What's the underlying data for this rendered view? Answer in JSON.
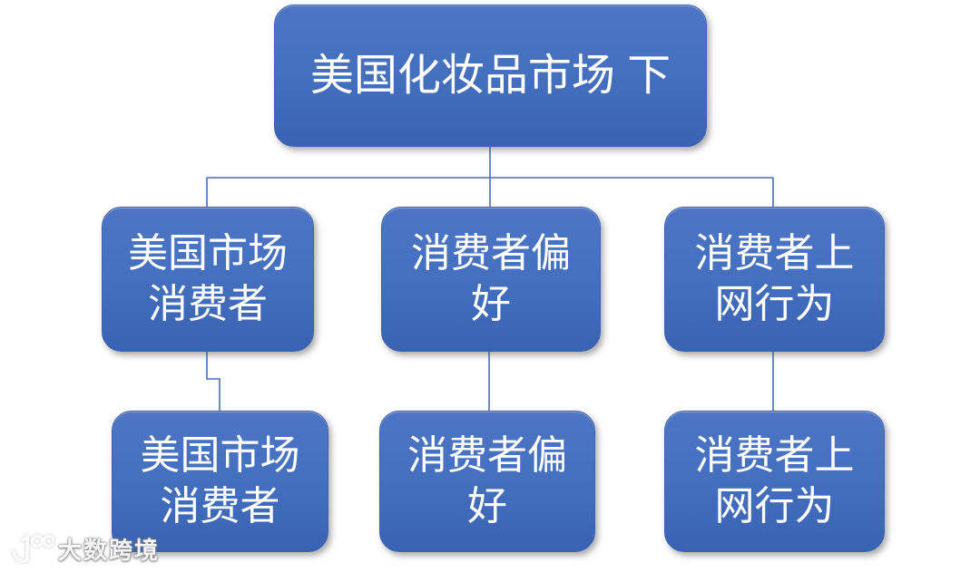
{
  "diagram": {
    "type": "org-chart",
    "root": {
      "label": "美国化妆品市场 下"
    },
    "level2": [
      {
        "label": "美国市场\n消费者"
      },
      {
        "label": "消费者偏\n好"
      },
      {
        "label": "消费者上\n网行为"
      }
    ],
    "level3": [
      {
        "label": "美国市场\n消费者"
      },
      {
        "label": "消费者偏\n好"
      },
      {
        "label": "消费者上\n网行为"
      }
    ]
  },
  "watermark": {
    "logo_icon": "10100-logo",
    "logo_glyph": "100",
    "text": "大数跨境"
  },
  "colors": {
    "box_gradient_top": "#4e75c5",
    "box_gradient_bottom": "#3a62b2",
    "box_border": "#3c62ad",
    "connector": "#4a6fb5",
    "node_text": "#ffffff",
    "background": "#ffffff"
  }
}
